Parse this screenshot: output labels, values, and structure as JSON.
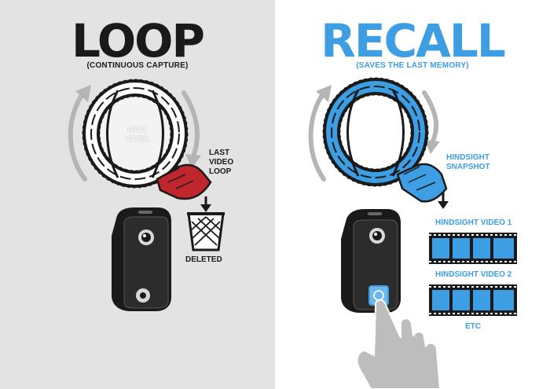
{
  "left": {
    "title": "LOOP",
    "subtitle": "(CONTINUOUS CAPTURE)",
    "new_video_line1": "NEW",
    "new_video_line2": "VIDEO",
    "last_line1": "LAST",
    "last_line2": "VIDEO",
    "last_line3": "LOOP",
    "deleted": "DELETED"
  },
  "right": {
    "title": "RECALL",
    "subtitle": "(SAVES THE LAST MEMORY)",
    "hindsight_line1": "HINDSIGHT",
    "hindsight_line2": "SNAPSHOT",
    "video1": "HINDSIGHT VIDEO 1",
    "video2": "HINDSIGHT VIDEO 2",
    "etc": "ETC"
  },
  "colors": {
    "left_bg": "#e3e3e3",
    "right_bg": "#ffffff",
    "recall_blue": "#3d9ee3",
    "deleted_red": "#c0262d",
    "dark": "#1a1a1a"
  }
}
